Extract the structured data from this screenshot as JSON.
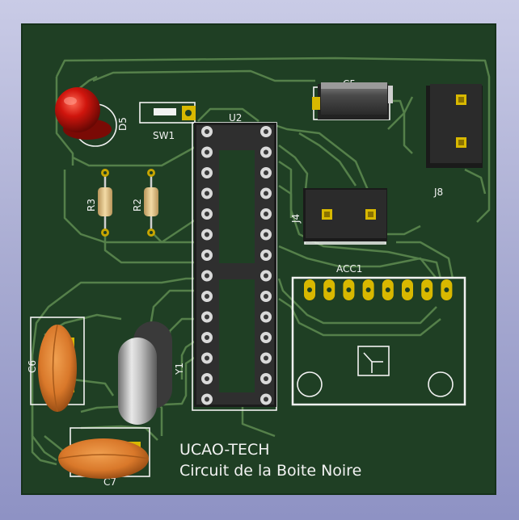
{
  "board": {
    "brand": "UCAO-TECH",
    "subtitle": "Circuit de la Boite Noire"
  },
  "references": {
    "d5": "D5",
    "sw1": "SW1",
    "u2": "U2",
    "c5": "C5",
    "j8": "J8",
    "j4": "J4",
    "r3": "R3",
    "r2": "R2",
    "acc1": "ACC1",
    "y1": "Y1",
    "c6": "C6",
    "c7": "C7"
  },
  "colors": {
    "board": "#1f3f24",
    "board_edge": "#16311b",
    "trace": "#55804a",
    "silkscreen": "#f2f2f2",
    "pad_gold": "#d8b800",
    "led_red": "#c4140c",
    "ceramic_cap": "#d9782a"
  }
}
